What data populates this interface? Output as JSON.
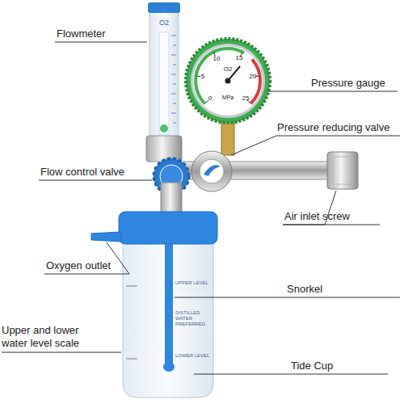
{
  "diagram": {
    "labels": [
      "Flowmeter",
      "Pressure gauge",
      "Pressure reducing valve",
      "Flow control valve",
      "Air inlet screw",
      "Oxygen outlet",
      "Snorkel",
      "Upper and lower water level scale",
      "Tide Cup",
      "O2",
      "O2",
      "0",
      "5",
      "10",
      "15",
      "20",
      "25",
      "MPa",
      "UPPER LEVEL",
      "DISTILLED WATER PREFERRED",
      "LOWER LEVEL"
    ]
  }
}
